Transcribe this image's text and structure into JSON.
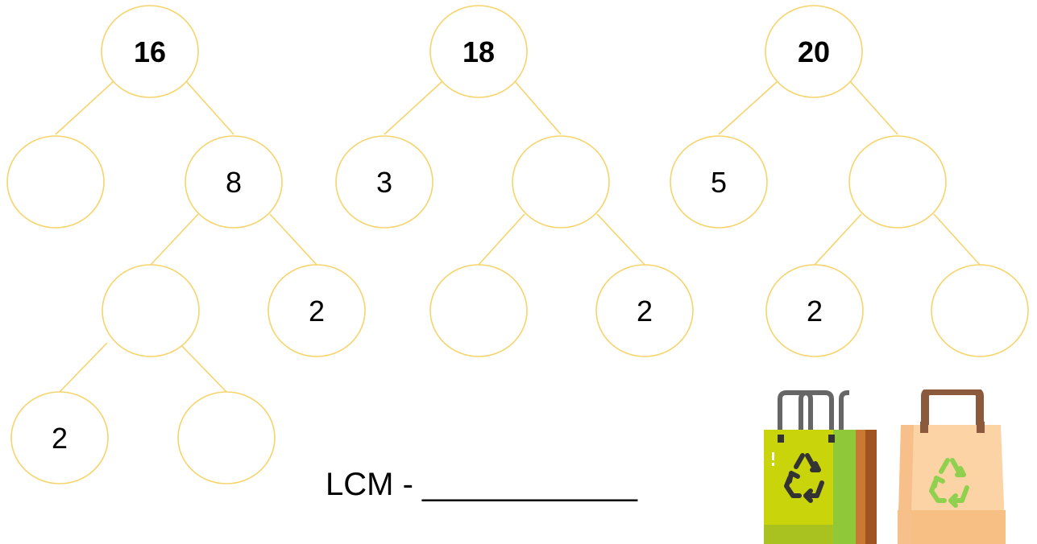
{
  "trees": [
    {
      "id": "16",
      "nodes": [
        {
          "key": "root",
          "value": "16",
          "bold": true
        },
        {
          "key": "l1-left",
          "value": ""
        },
        {
          "key": "l1-right",
          "value": "8"
        },
        {
          "key": "l2-left",
          "value": ""
        },
        {
          "key": "l2-right",
          "value": "2"
        },
        {
          "key": "l3-left",
          "value": "2"
        },
        {
          "key": "l3-right",
          "value": ""
        }
      ]
    },
    {
      "id": "18",
      "nodes": [
        {
          "key": "root",
          "value": "18",
          "bold": true
        },
        {
          "key": "l1-left",
          "value": "3"
        },
        {
          "key": "l1-right",
          "value": ""
        },
        {
          "key": "l2-left",
          "value": ""
        },
        {
          "key": "l2-right",
          "value": "2"
        }
      ]
    },
    {
      "id": "20",
      "nodes": [
        {
          "key": "root",
          "value": "20",
          "bold": true
        },
        {
          "key": "l1-left",
          "value": "5"
        },
        {
          "key": "l1-right",
          "value": ""
        },
        {
          "key": "l2-left",
          "value": "2"
        },
        {
          "key": "l2-right",
          "value": ""
        }
      ]
    }
  ],
  "lcm_prompt": "LCM - ____________",
  "colors": {
    "node_stroke": "#f6d46b",
    "green_bag": "#c9d40a",
    "tan_bag": "#fcd3a4",
    "handle_grey": "#666666",
    "handle_brown": "#8b5a3c",
    "recycle_dark": "#333333",
    "recycle_green": "#8fd14f"
  },
  "icons": [
    "green-shopping-bag-recycle-icon",
    "tan-shopping-bag-recycle-icon"
  ]
}
